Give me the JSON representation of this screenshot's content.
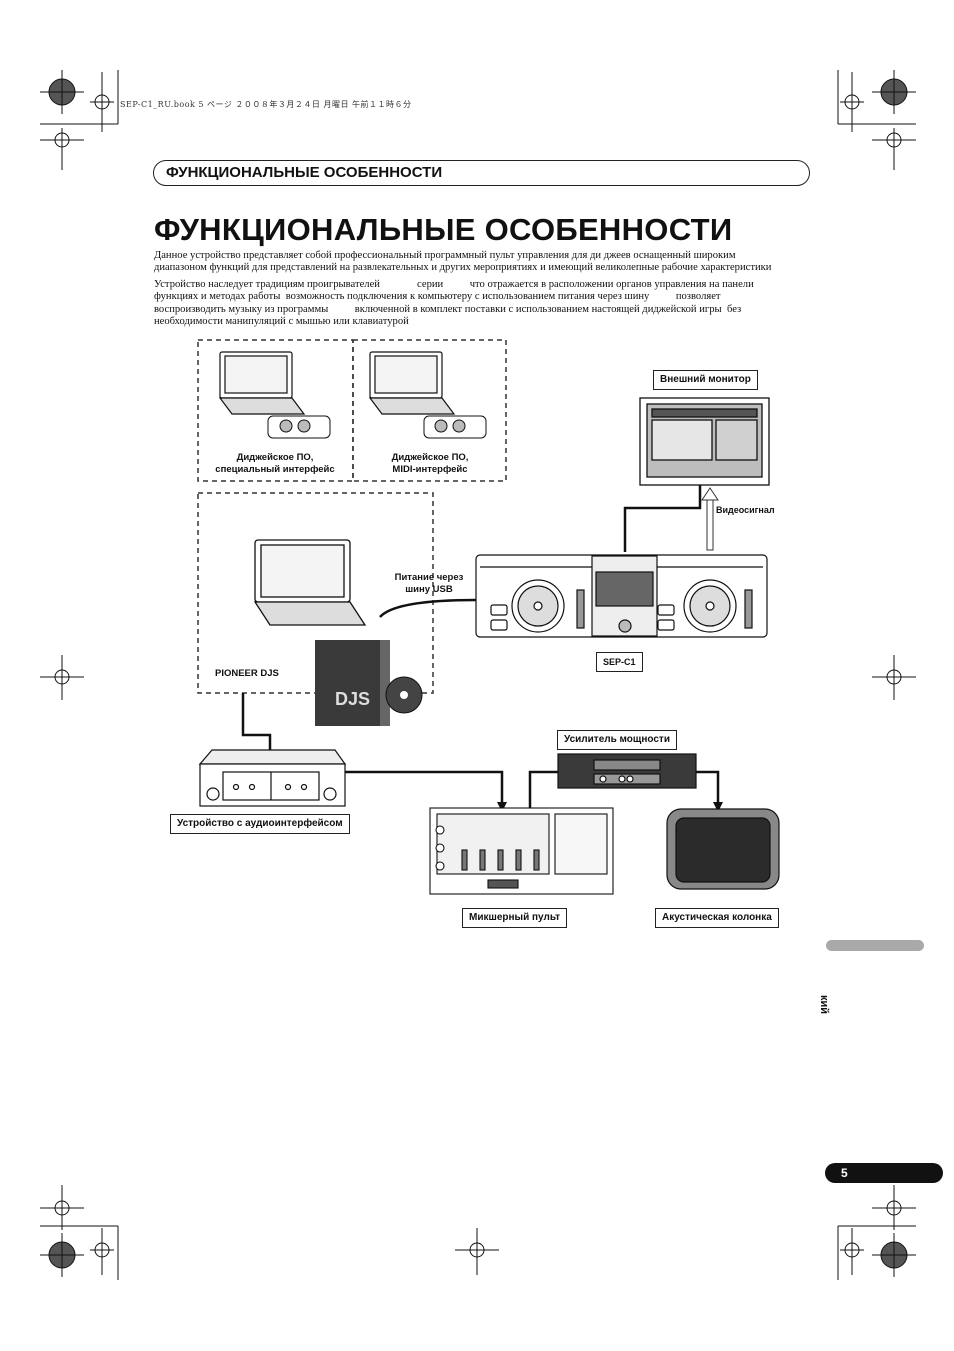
{
  "header": {
    "print_line": "SEP-C1_RU.book  5 ページ  ２００８年３月２４日  月曜日  午前１１時６分",
    "section_title": "ФУНКЦИОНАЛЬНЫЕ ОСОБЕННОСТИ"
  },
  "main": {
    "title": "ФУНКЦИОНАЛЬНЫЕ ОСОБЕННОСТИ",
    "paragraph1": [
      "Данное устройство представляет собой профессиональный программный пульт управления для ди джеев  оснащенный широким",
      "диапазоном функций для представлений на развлекательных и других мероприятиях и имеющий великолепные рабочие характеристики"
    ],
    "paragraph2": [
      "Устройство наследует традициям проигрывателей              серии          что отражается в расположении органов управления на панели",
      "функциях и методах работы  возможность подключения к компьютеру с использованием питания через шину          позволяет",
      "воспроизводить музыку из программы          включенной в комплект поставки с использованием настоящей диджейской игры  без",
      "необходимости манипуляций с мышью или клавиатурой"
    ]
  },
  "diagram": {
    "software_dj_interface": [
      "Диджейское ПО,",
      "специальный интерфейс"
    ],
    "software_dj_midi": [
      "Диджейское ПО,",
      "MIDI-интерфейс"
    ],
    "external_monitor": "Внешний монитор",
    "video_signal": "Видеосигнал",
    "usb_power": [
      "Питание через",
      "шину USB"
    ],
    "pioneer_djs": "PIONEER DJS",
    "sep_c1": "SEP-C1",
    "power_amplifier": "Усилитель мощности",
    "audio_interface": "Устройство с аудиоинтерфейсом",
    "mixer": "Микшерный пульт",
    "speaker": "Акустическая колонка",
    "box_logo": "DJS"
  },
  "sidebar": {
    "language_tab": "кий"
  },
  "footer": {
    "page_number": "5"
  }
}
